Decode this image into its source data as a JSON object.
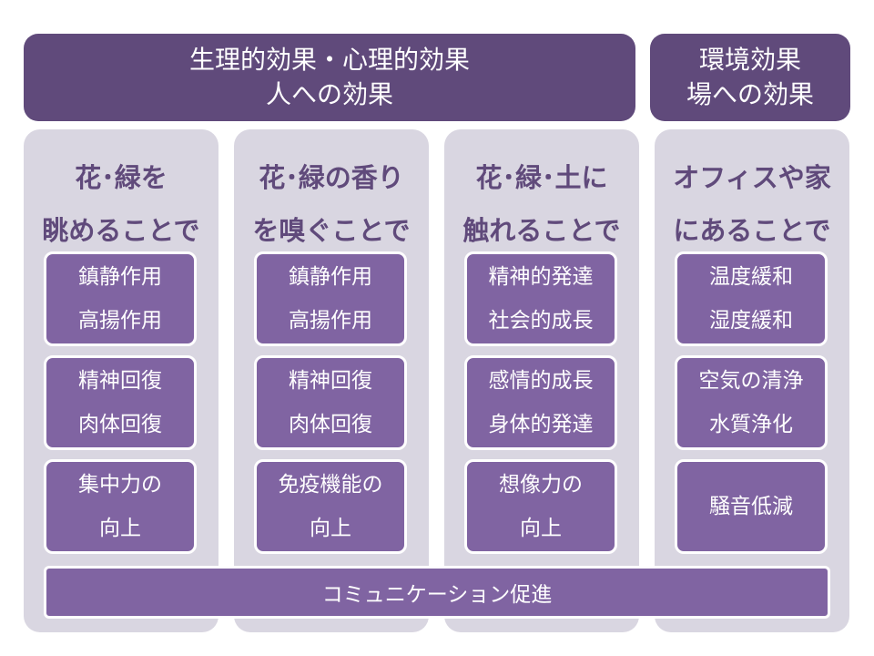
{
  "banners": {
    "human": {
      "line1": "生理的効果・心理的効果",
      "line2": "人への効果"
    },
    "environment": {
      "line1": "環境効果",
      "line2": "場への効果"
    }
  },
  "columns": [
    {
      "title1": "花･緑を",
      "title2": "眺めることで",
      "boxes": [
        [
          "鎮静作用",
          "高揚作用"
        ],
        [
          "精神回復",
          "肉体回復"
        ],
        [
          "集中力の",
          "向上"
        ]
      ]
    },
    {
      "title1": "花･緑の香り",
      "title2": "を嗅ぐことで",
      "boxes": [
        [
          "鎮静作用",
          "高揚作用"
        ],
        [
          "精神回復",
          "肉体回復"
        ],
        [
          "免疫機能の",
          "向上"
        ]
      ]
    },
    {
      "title1": "花･緑･土に",
      "title2": "触れることで",
      "boxes": [
        [
          "精神的発達",
          "社会的成長"
        ],
        [
          "感情的成長",
          "身体的発達"
        ],
        [
          "想像力の",
          "向上"
        ]
      ]
    },
    {
      "title1": "オフィスや家",
      "title2": "にあることで",
      "boxes": [
        [
          "温度緩和",
          "湿度緩和"
        ],
        [
          "空気の清浄",
          "水質浄化"
        ],
        [
          "騒音低減"
        ]
      ]
    }
  ],
  "bottom_bar": "コミュニケーション促進",
  "colors": {
    "dark_purple": "#604a7b",
    "box_purple": "#8064a2",
    "column_bg": "#d9d6e1"
  }
}
